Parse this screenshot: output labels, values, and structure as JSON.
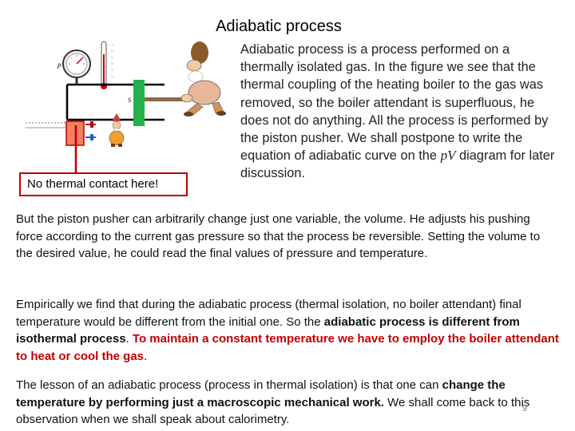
{
  "slide": {
    "title": "Adiabatic process",
    "page_number": "9"
  },
  "side_text": {
    "part1": "Adiabatic process is a process performed on a thermally isolated gas. In the figure we see that the thermal coupling of the heating boiler to the gas was removed, so the boiler attendant is superfluous, he does not do anything. All the process is performed by the piston pusher. We shall postpone to write the equation of adiabatic curve on the ",
    "formula": "pV",
    "part2": " diagram for later discussion."
  },
  "figure": {
    "callout": "No thermal contact here!",
    "gauge_label": "p",
    "piston_label": "S",
    "colors": {
      "callout_border": "#c00000",
      "piston": "#22b14c",
      "boiler": "#f08060",
      "rod": "#8b6a4a"
    },
    "icons": [
      "pressure-gauge-icon",
      "thermometer-icon",
      "piston-pusher-icon",
      "boiler-attendant-icon",
      "heater-icon"
    ]
  },
  "para1": "But the piston pusher can arbitrarily change just one variable, the volume. He adjusts his pushing force according to the current gas pressure so that the process be reversible. Setting the volume to the desired value, he could read the final values of pressure and temperature.",
  "para2": {
    "part1": "Empirically we find that during the adiabatic process (thermal isolation, no boiler attendant) final temperature would be different from the initial one. So the ",
    "bold1": "adiabatic process is different from isothermal process",
    "part2": ". ",
    "red1": "To maintain  a constant temperature we have to employ the boiler attendant to heat or cool the gas",
    "part3": "."
  },
  "para3": {
    "part1": "The lesson of an adiabatic process (process in thermal isolation) is that one can ",
    "bold1": "change the temperature by performing just a macroscopic mechanical work.",
    "part2": " We shall come back to this observation when we shall speak about calorimetry."
  }
}
